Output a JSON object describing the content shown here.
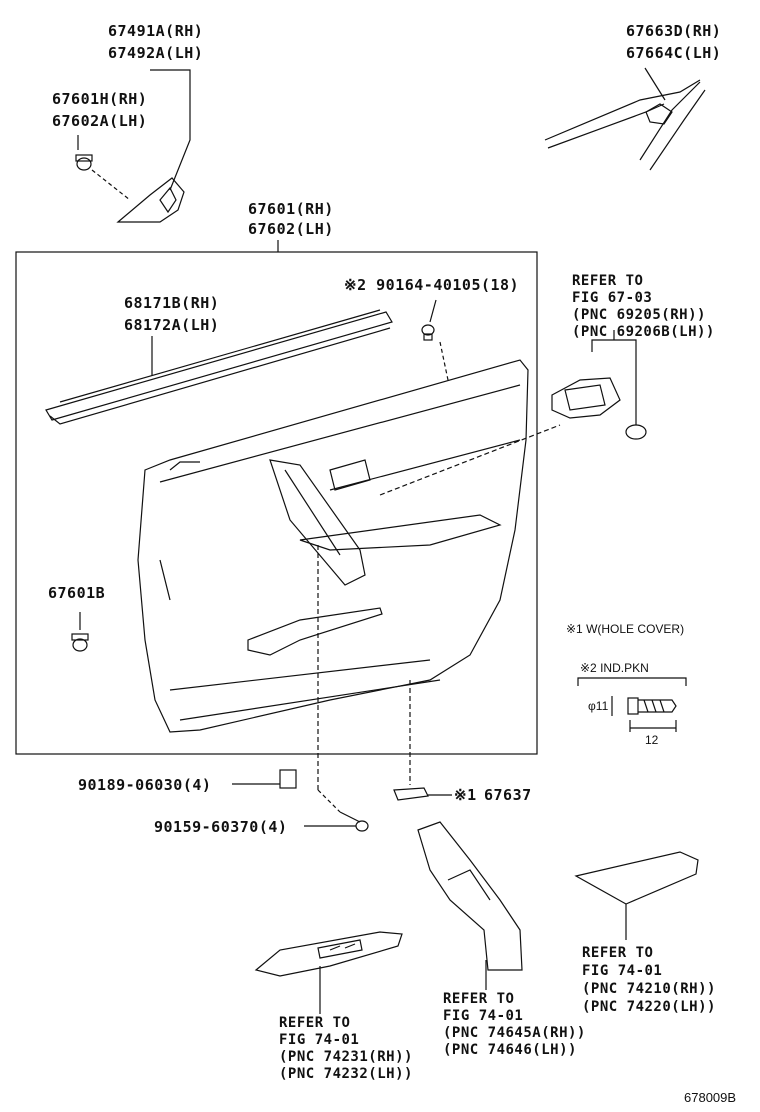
{
  "labels": {
    "p67491a": "67491A(RH)",
    "p67492a": "67492A(LH)",
    "p67601h": "67601H(RH)",
    "p67602a": "67602A(LH)",
    "p67663d": "67663D(RH)",
    "p67664c": "67664C(LH)",
    "p67601": "67601(RH)",
    "p67602": "67602(LH)",
    "p68171b": "68171B(RH)",
    "p68172a": "68172A(LH)",
    "p90164": "※2 90164-40105(18)",
    "p67601b": "67601B",
    "p90189": "90189-06030(4)",
    "p90159": "90159-60370(4)",
    "p67637_mark": "※1",
    "p67637": "67637",
    "code": "678009B"
  },
  "refs": {
    "fig6703": [
      "REFER TO",
      "FIG 67-03",
      "(PNC 69205(RH))",
      "(PNC 69206B(LH))"
    ],
    "fig7401_a": [
      "REFER TO",
      "FIG 74-01",
      "(PNC 74210(RH))",
      "(PNC 74220(LH))"
    ],
    "fig7401_b": [
      "REFER TO",
      "FIG 74-01",
      "(PNC 74645A(RH))",
      "(PNC 74646(LH))"
    ],
    "fig7401_c": [
      "REFER TO",
      "FIG 74-01",
      "(PNC 74231(RH))",
      "(PNC 74232(LH))"
    ]
  },
  "notes": {
    "note1": "※1 W(HOLE COVER)",
    "note2": "※2 IND.PKN",
    "dim_dia": "φ11",
    "dim_len": "12"
  }
}
